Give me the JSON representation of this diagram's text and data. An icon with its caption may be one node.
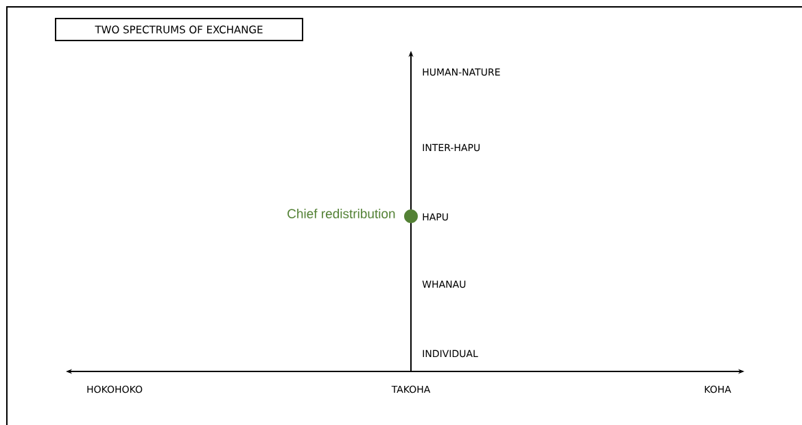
{
  "diagram": {
    "title": "TWO SPECTRUMS OF EXCHANGE",
    "nodes": [
      {
        "text": [],
        "shape": "circle",
        "beside": [
          "Chief redistribution"
        ]
      }
    ],
    "labels": [
      "HUMAN-NATURE",
      "INTER-HAPU",
      "HAPU",
      "WHANAU",
      "INDIVIDUAL",
      "HOKOHOKO",
      "TAKOHA",
      "KOHA"
    ]
  }
}
